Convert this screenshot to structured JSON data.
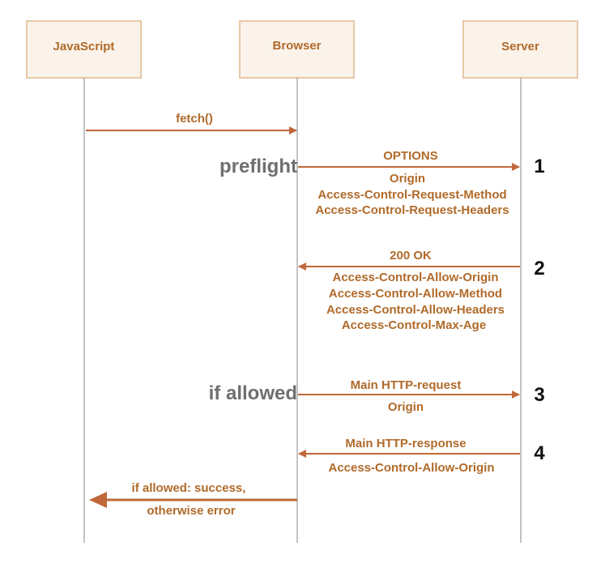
{
  "participants": {
    "javascript": "JavaScript",
    "browser": "Browser",
    "server": "Server"
  },
  "messages": {
    "fetch": "fetch()",
    "options": "OPTIONS",
    "origin_req": "Origin",
    "acr_method": "Access-Control-Request-Method",
    "acr_headers": "Access-Control-Request-Headers",
    "ok200": "200 OK",
    "aca_origin": "Access-Control-Allow-Origin",
    "aca_method": "Access-Control-Allow-Method",
    "aca_headers": "Access-Control-Allow-Headers",
    "acm_age": "Access-Control-Max-Age",
    "main_request": "Main HTTP-request",
    "origin_main": "Origin",
    "main_response": "Main HTTP-response",
    "aca_origin_resp": "Access-Control-Allow-Origin",
    "result_line1": "if allowed: success,",
    "result_line2": "otherwise error"
  },
  "side_labels": {
    "preflight": "preflight",
    "if_allowed": "if allowed"
  },
  "steps": [
    "1",
    "2",
    "3",
    "4"
  ],
  "colors": {
    "arrow": "#c0683a",
    "text": "#b06a2a",
    "box_fill": "#fbf3ea",
    "box_stroke": "#e7c8a8"
  }
}
